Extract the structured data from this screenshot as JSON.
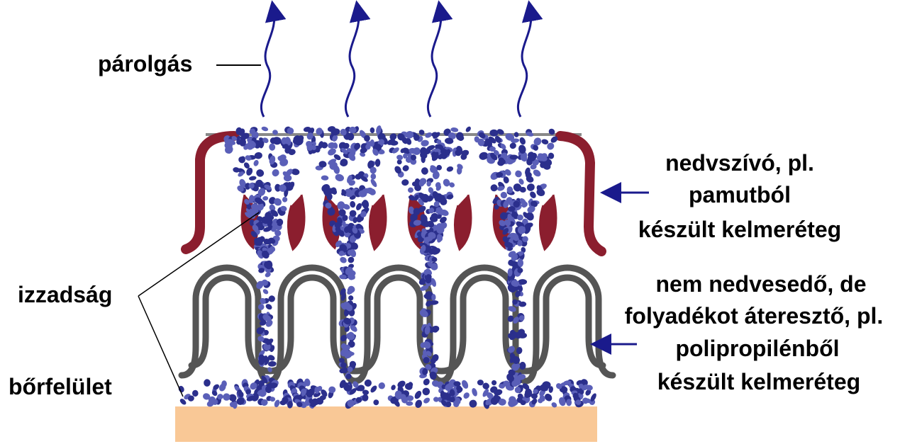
{
  "labels": {
    "evaporation": "párolgás",
    "absorbent_layer": [
      "nedvszívó, pl.",
      "pamutból",
      "készült kelmeréteg"
    ],
    "sweat": "izzadság",
    "non_wetting_layer": [
      "nem nedvesedő, de",
      "folyadékot áteresztő, pl.",
      "polipropilénből",
      "készült kelmeréteg"
    ],
    "skin_surface": "bőrfelület"
  },
  "colors": {
    "sweat_dots": "#2b2f8c",
    "sweat_dots_light": "#5a5fb8",
    "evaporation_arrow": "#1a1a8c",
    "absorbent_fabric": "#8b1e2e",
    "absorbent_fabric_edge": "#5a5a5a",
    "non_wetting_fabric": "#555555",
    "skin": "#f9c896",
    "pointer_arrow": "#1a1a8c",
    "leader_line": "#000000",
    "text": "#000000"
  }
}
